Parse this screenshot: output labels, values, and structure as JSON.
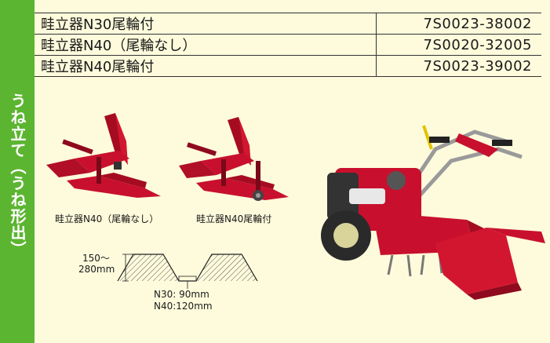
{
  "sidebar": {
    "title": "うね立て（うね形出）"
  },
  "parts": [
    {
      "name": "畦立器N30尾輪付",
      "code": "7S0023-38002"
    },
    {
      "name": "畦立器N40（尾輪なし）",
      "code": "7S0020-32005"
    },
    {
      "name": "畦立器N40尾輪付",
      "code": "7S0023-39002"
    }
  ],
  "figures": {
    "ridger_no_wheel": "畦立器N40（尾輪なし）",
    "ridger_with_wheel": "畦立器N40尾輪付"
  },
  "diagram": {
    "height_line1": "150～",
    "height_line2": "280mm",
    "width_n30": "N30:  90mm",
    "width_n40": "N40:120mm"
  },
  "colors": {
    "sidebar": "#5cb531",
    "background": "#fdfbdc",
    "implement_red": "#c8102e"
  }
}
